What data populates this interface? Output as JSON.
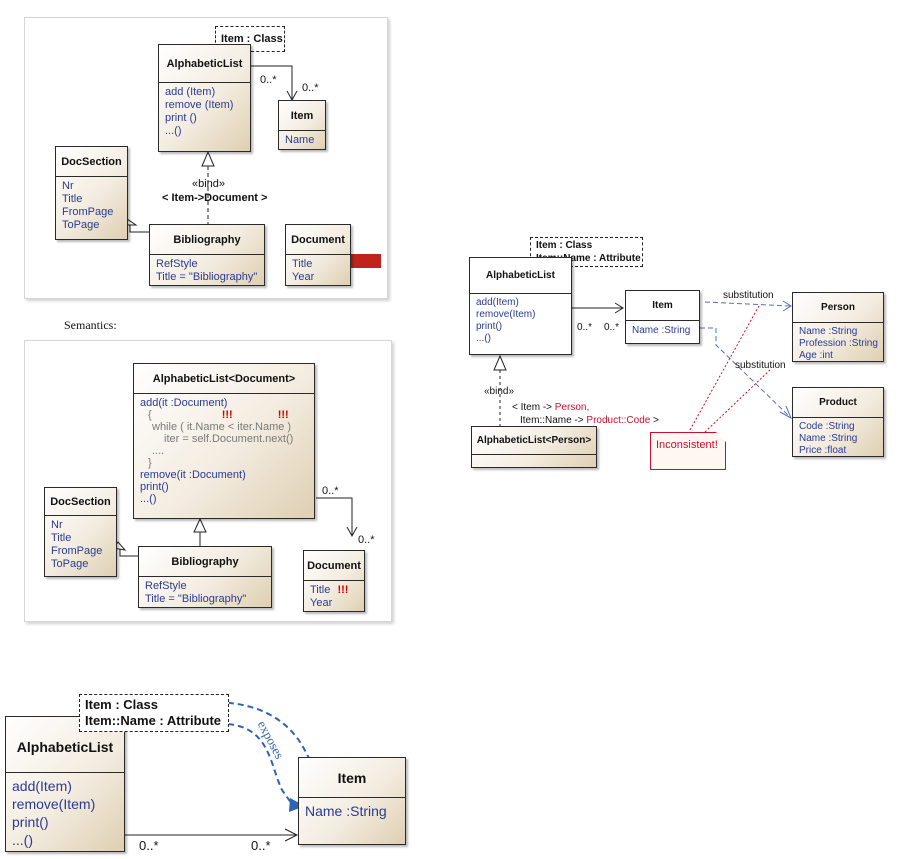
{
  "diagram1": {
    "template_param": "Item : Class",
    "alphabetic_list": {
      "name": "AlphabeticList",
      "ops": [
        "add (Item)",
        "remove (Item)",
        "print ()",
        "...()"
      ]
    },
    "item": {
      "name": "Item",
      "attrs": [
        "Name"
      ]
    },
    "mult_left": "0..*",
    "mult_right": "0..*",
    "docsection": {
      "name": "DocSection",
      "attrs": [
        "Nr",
        "Title",
        "FromPage",
        "ToPage"
      ]
    },
    "bind_label": "«bind»",
    "binding": "< Item->Document >",
    "bibliography": {
      "name": "Bibliography",
      "attrs": [
        "RefStyle",
        "Title = \"Bibliography\""
      ]
    },
    "document": {
      "name": "Document",
      "attrs": [
        "Title",
        "Year"
      ]
    }
  },
  "caption_fragment": "Semantics:",
  "diagram2": {
    "alphabetic_list": {
      "name": "AlphabeticList<Document>",
      "line1": "add(it :Document)",
      "line2": "{",
      "line3": "while ( it.Name < iter.Name )",
      "line4": "iter = self.Document.next()",
      "line5": "....",
      "line6": "}",
      "line7": "remove(it :Document)",
      "line8": "print()",
      "line9": "...()",
      "excl": "!!!"
    },
    "docsection": {
      "name": "DocSection",
      "attrs": [
        "Nr",
        "Title",
        "FromPage",
        "ToPage"
      ]
    },
    "bibliography": {
      "name": "Bibliography",
      "attrs": [
        "RefStyle",
        "Title = \"Bibliography\""
      ]
    },
    "document": {
      "name": "Document",
      "title_attr": "Title",
      "year_attr": "Year",
      "excl": "!!!"
    },
    "mult_top": "0..*",
    "mult_bottom": "0..*"
  },
  "diagram3": {
    "template_params": [
      "Item : Class",
      "Item::Name : Attribute"
    ],
    "alphabetic_list": {
      "name": "AlphabeticList",
      "ops": [
        "add(Item)",
        "remove(Item)",
        "print()",
        "...()"
      ]
    },
    "item": {
      "name": "Item",
      "attrs": [
        "Name :String"
      ]
    },
    "mult_left": "0..*",
    "mult_right": "0..*",
    "bind_label": "«bind»",
    "binding_line1_a": "< Item -> ",
    "binding_line1_b": "Person,",
    "binding_line2_a": "Item::Name -> ",
    "binding_line2_b": "Product::Code",
    "binding_line2_c": " >",
    "bound": {
      "name": "AlphabeticList<Person>"
    },
    "person": {
      "name": "Person",
      "attrs": [
        "Name :String",
        "Profession :String",
        "Age :int"
      ]
    },
    "product": {
      "name": "Product",
      "attrs": [
        "Code :String",
        "Name :String",
        "Price :float"
      ]
    },
    "substitution_1": "substitution",
    "substitution_2": "substitution",
    "note": "Inconsistent!"
  },
  "diagram4": {
    "template_params": [
      "Item : Class",
      "Item::Name : Attribute"
    ],
    "alphabetic_list": {
      "name": "AlphabeticList",
      "ops": [
        "add(Item)",
        "remove(Item)",
        "print()",
        "...()"
      ]
    },
    "item": {
      "name": "Item",
      "attr": "Name  :String"
    },
    "exposes": "exposes",
    "mult_left": "0..*",
    "mult_right": "0..*"
  },
  "colors": {
    "class_fill": "#f3ece0",
    "ops_text": "#2b3b8f",
    "error_red": "#c8102e",
    "arrow_red": "#c0231c",
    "expose_blue": "#2f64b4"
  }
}
